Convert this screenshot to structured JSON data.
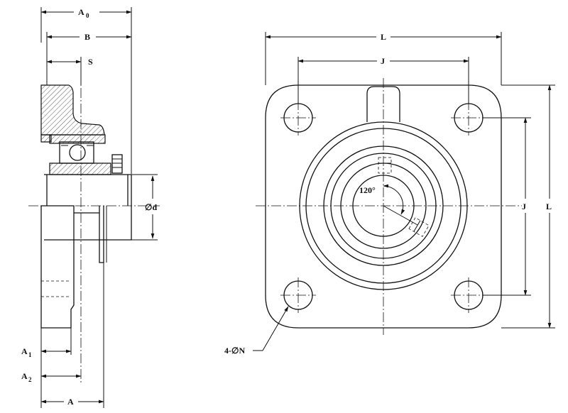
{
  "labels": {
    "a0": "A",
    "a0_sub": "0",
    "b": "B",
    "s": "S",
    "d": "∅d",
    "a1": "A",
    "a1_sub": "1",
    "a2": "A",
    "a2_sub": "2",
    "a": "A",
    "l_top": "L",
    "j_top": "J",
    "j_right": "J",
    "l_right": "L",
    "angle": "120°",
    "holes": "4-∅N"
  }
}
